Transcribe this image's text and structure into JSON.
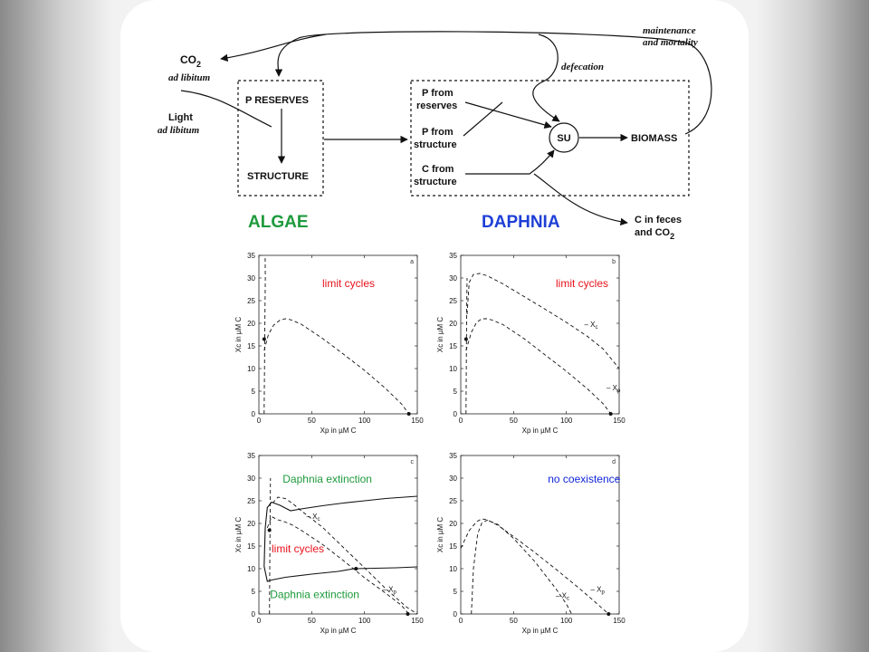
{
  "diagram": {
    "co2_label": "CO",
    "co2_sub": "2",
    "co2_note": "ad libitum",
    "light_label": "Light",
    "light_note": "ad libitum",
    "p_reserves": "P RESERVES",
    "structure": "STRUCTURE",
    "p_from_reserves": [
      "P from",
      "reserves"
    ],
    "p_from_structure": [
      "P from",
      "structure"
    ],
    "c_from_structure": [
      "C from",
      "structure"
    ],
    "su": "SU",
    "biomass": "BIOMASS",
    "defecation": "defecation",
    "maintenance": [
      "maintenance",
      "and mortality"
    ],
    "c_in_feces": [
      "C in feces",
      "and CO"
    ],
    "c_in_feces_sub": "2",
    "algae": "ALGAE",
    "daphnia": "DAPHNIA",
    "colors": {
      "algae": "#1e9a3c",
      "daphnia": "#1e3fd6",
      "red": "#e8121c",
      "blue": "#1026d8",
      "green": "#1e9a3c"
    }
  },
  "chart_data": [
    {
      "type": "line",
      "panel": "a",
      "xlabel": "Xp in µM C",
      "ylabel": "Xc in µM C",
      "xlim": [
        0,
        150
      ],
      "ylim": [
        0,
        35
      ],
      "xticks": [
        "0",
        "50",
        "100",
        "150"
      ],
      "yticks": [
        "0",
        "5",
        "10",
        "15",
        "20",
        "25",
        "30",
        "35"
      ],
      "annotations": [
        {
          "text": "limit cycles",
          "color": "#e8121c"
        }
      ],
      "series": [
        {
          "style": "dashed",
          "x": [
            5,
            9,
            14,
            20,
            25,
            30,
            40,
            60,
            80,
            100,
            120,
            135,
            142
          ],
          "y": [
            14,
            17.5,
            19.6,
            20.7,
            21,
            20.8,
            19.8,
            16.7,
            13.2,
            9.6,
            5.6,
            2.2,
            0
          ]
        },
        {
          "style": "dashed",
          "x": [
            5,
            5.3,
            5.7,
            6.1,
            5.9
          ],
          "y": [
            0,
            10,
            20,
            30,
            35
          ]
        }
      ],
      "points": [
        {
          "x": 5,
          "y": 16.5
        },
        {
          "x": 142,
          "y": 0
        }
      ]
    },
    {
      "type": "line",
      "panel": "b",
      "xlabel": "Xp in µM C",
      "ylabel": "Xc in µM C",
      "xlim": [
        0,
        150
      ],
      "ylim": [
        0,
        35
      ],
      "xticks": [
        "0",
        "50",
        "100",
        "150"
      ],
      "yticks": [
        "0",
        "5",
        "10",
        "15",
        "20",
        "25",
        "30",
        "35"
      ],
      "annotations": [
        {
          "text": "limit cycles",
          "color": "#e8121c"
        },
        {
          "text": "– X",
          "sub": "c"
        },
        {
          "text": "– X",
          "sub": "p"
        }
      ],
      "series": [
        {
          "style": "dashed",
          "x": [
            5,
            10,
            15,
            20,
            25,
            30,
            40,
            60,
            80,
            100,
            120,
            135,
            142
          ],
          "y": [
            14,
            18,
            20.2,
            21,
            21,
            20.7,
            19.7,
            16.6,
            13,
            9.4,
            5.5,
            2.2,
            0
          ]
        },
        {
          "style": "dashed",
          "x": [
            6,
            8,
            12,
            18,
            25,
            40,
            60,
            80,
            100,
            120,
            135,
            150
          ],
          "y": [
            22,
            29,
            30.8,
            31,
            30.5,
            28.7,
            25.9,
            23.1,
            20.2,
            17.1,
            14.3,
            10
          ]
        },
        {
          "style": "dashed",
          "x": [
            5,
            5.3,
            5.6,
            6
          ],
          "y": [
            0,
            12,
            22,
            30
          ]
        }
      ],
      "points": [
        {
          "x": 5,
          "y": 16.5
        },
        {
          "x": 142,
          "y": 0
        }
      ]
    },
    {
      "type": "line",
      "panel": "c",
      "xlabel": "Xp in µM C",
      "ylabel": "Xc in µM C",
      "xlim": [
        0,
        150
      ],
      "ylim": [
        0,
        35
      ],
      "xticks": [
        "0",
        "50",
        "100",
        "150"
      ],
      "yticks": [
        "0",
        "5",
        "10",
        "15",
        "20",
        "25",
        "30",
        "35"
      ],
      "annotations": [
        {
          "text": "Daphnia extinction",
          "color": "#1e9a3c"
        },
        {
          "text": "limit cycles",
          "color": "#e8121c"
        },
        {
          "text": "Daphnia extinction",
          "color": "#1e9a3c"
        },
        {
          "text": "– X",
          "sub": "c"
        },
        {
          "text": "– X",
          "sub": "p"
        }
      ],
      "series": [
        {
          "style": "solid",
          "x": [
            5,
            6,
            8,
            12,
            20,
            30,
            40,
            60,
            80,
            100,
            120,
            150
          ],
          "y": [
            10.5,
            19,
            23.5,
            24.7,
            24,
            22.8,
            23.2,
            23.9,
            24.5,
            25,
            25.5,
            26
          ]
        },
        {
          "style": "solid",
          "x": [
            5,
            8,
            12,
            25,
            50,
            75,
            90,
            110,
            130,
            150
          ],
          "y": [
            10.5,
            7.2,
            7.5,
            8.1,
            8.8,
            9.4,
            10,
            10.1,
            10.2,
            10.4
          ]
        },
        {
          "style": "dashed",
          "x": [
            8,
            12,
            18,
            25,
            32,
            40,
            60,
            80,
            100,
            120,
            135,
            142
          ],
          "y": [
            19,
            21.5,
            20.8,
            20.3,
            19.6,
            18.5,
            15.4,
            11.8,
            8,
            4.6,
            1.9,
            0
          ]
        },
        {
          "style": "dashed",
          "x": [
            13,
            18,
            25,
            32,
            40,
            60,
            80,
            100,
            120,
            140,
            150
          ],
          "y": [
            24.5,
            25.8,
            25.5,
            24.4,
            22.8,
            19.2,
            14.7,
            10.2,
            5.6,
            1.5,
            0
          ]
        },
        {
          "style": "dashed",
          "x": [
            10,
            10.3,
            10.6,
            11
          ],
          "y": [
            0,
            10,
            22,
            30
          ]
        }
      ],
      "points": [
        {
          "x": 10,
          "y": 18.5
        },
        {
          "x": 92,
          "y": 10
        },
        {
          "x": 141,
          "y": 0
        }
      ]
    },
    {
      "type": "line",
      "panel": "d",
      "xlabel": "Xp in µM C",
      "ylabel": "Xc in µM C",
      "xlim": [
        0,
        150
      ],
      "ylim": [
        0,
        35
      ],
      "xticks": [
        "0",
        "50",
        "100",
        "150"
      ],
      "yticks": [
        "0",
        "5",
        "10",
        "15",
        "20",
        "25",
        "30",
        "35"
      ],
      "annotations": [
        {
          "text": "no coexistence",
          "color": "#1026d8"
        },
        {
          "text": "– X",
          "sub": "c"
        },
        {
          "text": "– X",
          "sub": "p"
        }
      ],
      "series": [
        {
          "style": "dashed",
          "x": [
            0,
            8,
            15,
            20,
            25,
            35,
            50,
            70,
            90,
            110,
            125,
            140
          ],
          "y": [
            14.5,
            18.4,
            20.4,
            21,
            20.8,
            19.6,
            17.1,
            13.6,
            9.9,
            6.1,
            3.1,
            0
          ]
        },
        {
          "style": "dashed",
          "x": [
            10,
            12,
            16,
            20,
            25,
            35,
            50,
            70,
            90,
            100,
            105
          ],
          "y": [
            0,
            10,
            17.7,
            20.1,
            20.7,
            19.8,
            16.7,
            11.6,
            5.6,
            2.2,
            0
          ]
        }
      ],
      "points": [
        {
          "x": 140,
          "y": 0
        }
      ]
    }
  ]
}
